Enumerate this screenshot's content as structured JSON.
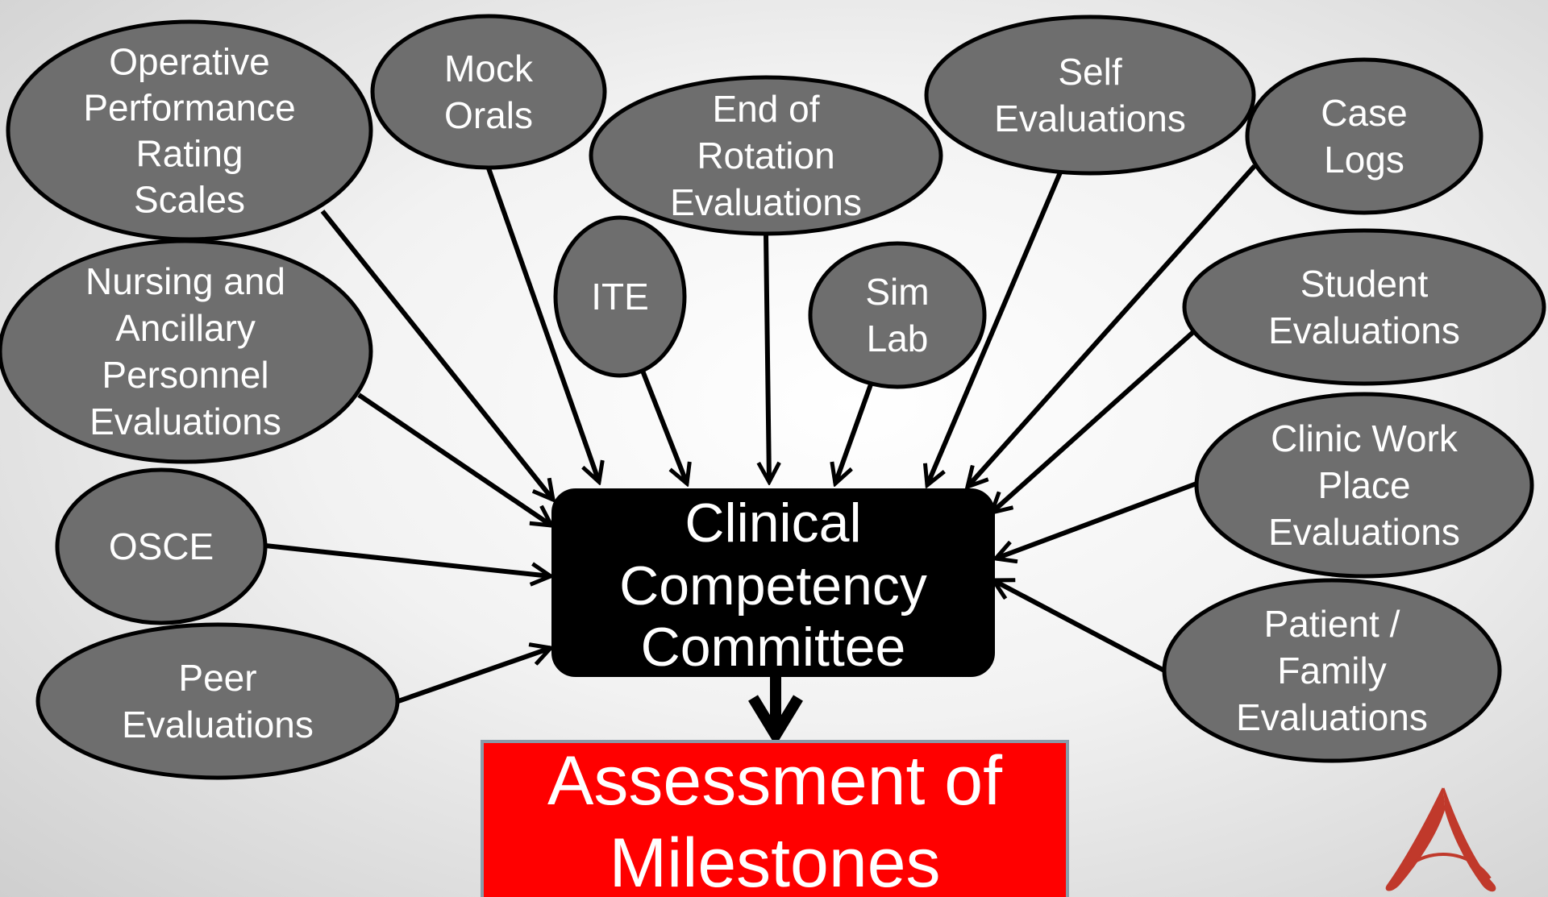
{
  "center": {
    "lines": [
      "Clinical",
      "Competency",
      "Committee"
    ],
    "fill": "#000000"
  },
  "result": {
    "lines": [
      "Assessment of",
      "Milestones"
    ],
    "fill": "#ff0000"
  },
  "node_fill": "#6e6e6e",
  "inputs": [
    {
      "id": "operative-performance",
      "lines": [
        "Operative",
        "Performance",
        "Rating",
        "Scales"
      ]
    },
    {
      "id": "mock-orals",
      "lines": [
        "Mock",
        "Orals"
      ]
    },
    {
      "id": "end-of-rotation",
      "lines": [
        "End of",
        "Rotation",
        "Evaluations"
      ]
    },
    {
      "id": "self-evaluations",
      "lines": [
        "Self",
        "Evaluations"
      ]
    },
    {
      "id": "case-logs",
      "lines": [
        "Case",
        "Logs"
      ]
    },
    {
      "id": "nursing-ancillary",
      "lines": [
        "Nursing and",
        "Ancillary",
        "Personnel",
        "Evaluations"
      ]
    },
    {
      "id": "ite",
      "lines": [
        "ITE"
      ]
    },
    {
      "id": "sim-lab",
      "lines": [
        "Sim",
        "Lab"
      ]
    },
    {
      "id": "student-evaluations",
      "lines": [
        "Student",
        "Evaluations"
      ]
    },
    {
      "id": "osce",
      "lines": [
        "OSCE"
      ]
    },
    {
      "id": "clinic-workplace",
      "lines": [
        "Clinic Work",
        "Place",
        "Evaluations"
      ]
    },
    {
      "id": "peer-evaluations",
      "lines": [
        "Peer",
        "Evaluations"
      ]
    },
    {
      "id": "patient-family",
      "lines": [
        "Patient /",
        "Family",
        "Evaluations"
      ]
    }
  ],
  "logo": {
    "name": "a-logo-icon",
    "color": "#c0392b"
  }
}
